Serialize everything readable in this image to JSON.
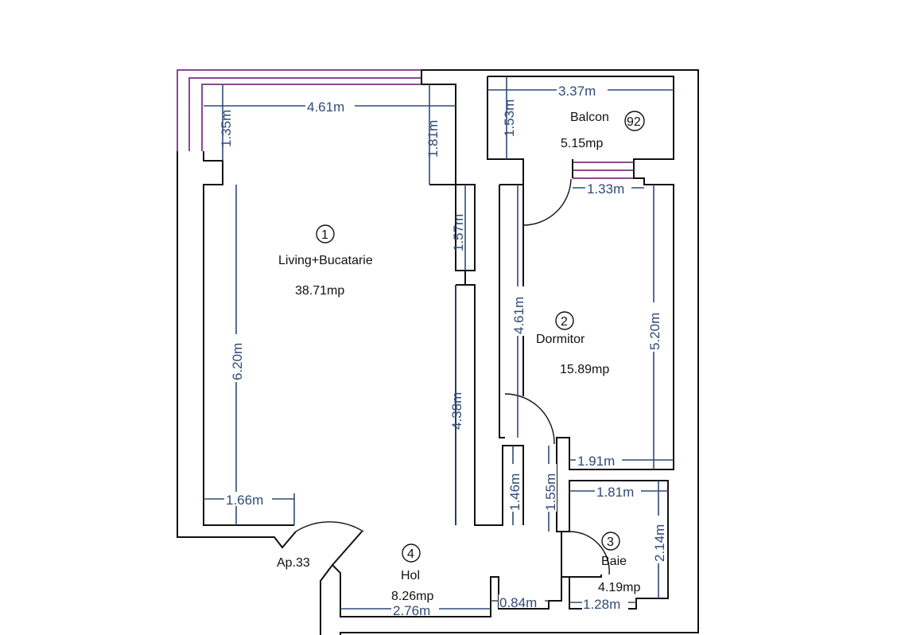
{
  "plan": {
    "apartment_label": "Ap.33",
    "rooms": [
      {
        "number": "1",
        "name": "Living+Bucatarie",
        "area": "38.71mp"
      },
      {
        "number": "2",
        "name": "Dormitor",
        "area": "15.89mp"
      },
      {
        "number": "3",
        "name": "Baie",
        "area": "4.19mp"
      },
      {
        "number": "4",
        "name": "Hol",
        "area": "8.26mp"
      },
      {
        "number": "92",
        "name": "Balcon",
        "area": "5.15mp"
      }
    ],
    "dimensions": {
      "living_top_width": "4.61m",
      "living_top_left_height": "1.35m",
      "living_top_right_height": "1.81m",
      "living_right_upper": "1.57m",
      "living_left_height": "6.20m",
      "living_right_lower": "4.38m",
      "living_bottom_width": "1.66m",
      "balcon_width": "3.37m",
      "balcon_height": "1.53m",
      "balcon_door_width": "1.33m",
      "dormitor_left_height": "4.61m",
      "dormitor_right_height": "5.20m",
      "dormitor_bottom_width": "1.91m",
      "hol_wall_1": "1.46m",
      "hol_wall_2": "1.55m",
      "hol_bottom_width": "2.76m",
      "hol_niche": "0.84m",
      "baie_top_width": "1.81m",
      "baie_height": "2.14m",
      "baie_bottom_width": "1.28m"
    }
  }
}
